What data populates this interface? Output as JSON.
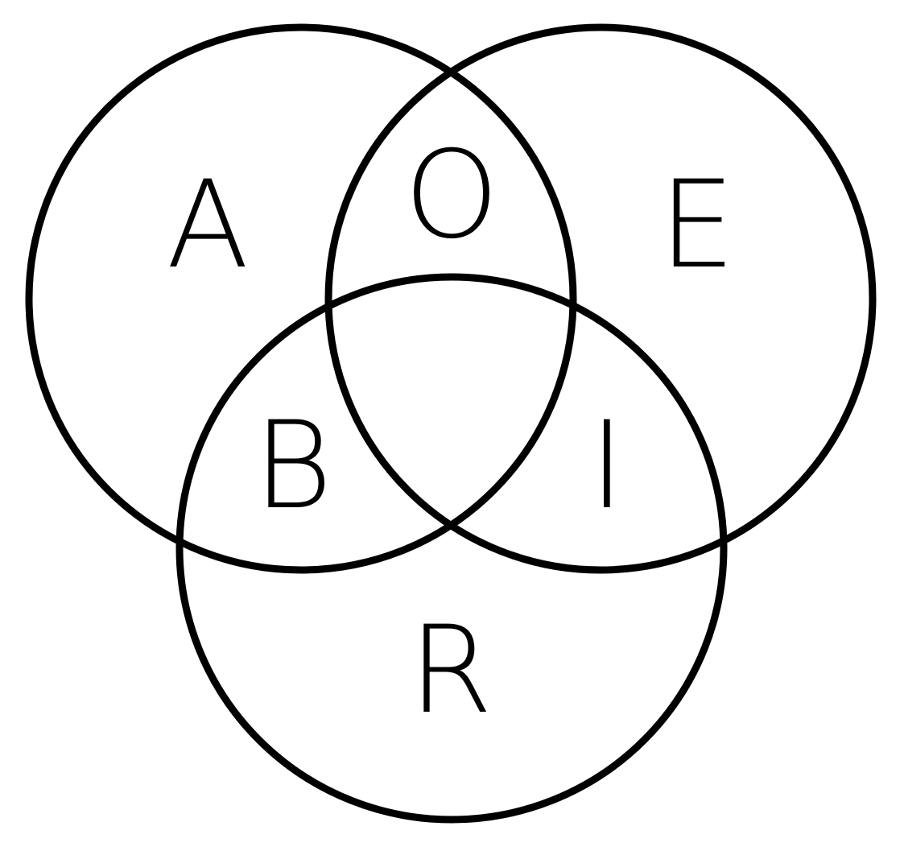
{
  "diagram": {
    "type": "venn",
    "stroke_color": "#000000",
    "background_color": "#ffffff",
    "regions": {
      "a_only": "A",
      "a_e": "O",
      "e_only": "E",
      "a_r": "B",
      "e_r": "I",
      "r_only": "R"
    }
  }
}
